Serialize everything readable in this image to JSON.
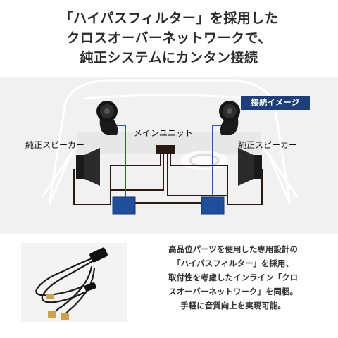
{
  "headline": {
    "lines": [
      "「ハイパスフィルター」を採用した",
      "クロスオーバーネットワークで、",
      "純正システムにカンタン接続"
    ]
  },
  "diagram": {
    "badge": "接続イメージ",
    "left_speaker_label": "純正スピーカー",
    "right_speaker_label": "純正スピーカー",
    "head_unit_label": "メインユニット",
    "colors": {
      "background": "#f1f1f1",
      "car_outline": "#ffffff",
      "wire_blue": "#2a58a8",
      "wire_dark": "#2b1a14",
      "module_fill": "#1f4f9a",
      "badge": "#1f3f7a"
    }
  },
  "product": {
    "description_lines": [
      "高品位パーツを使用した専用設計の",
      "「ハイパスフィルター」を採用、",
      "取付性を考慮したインライン「クロ",
      "スオーバーネットワーク」を同梱。",
      "手軽に音質向上を実現可能。"
    ]
  }
}
